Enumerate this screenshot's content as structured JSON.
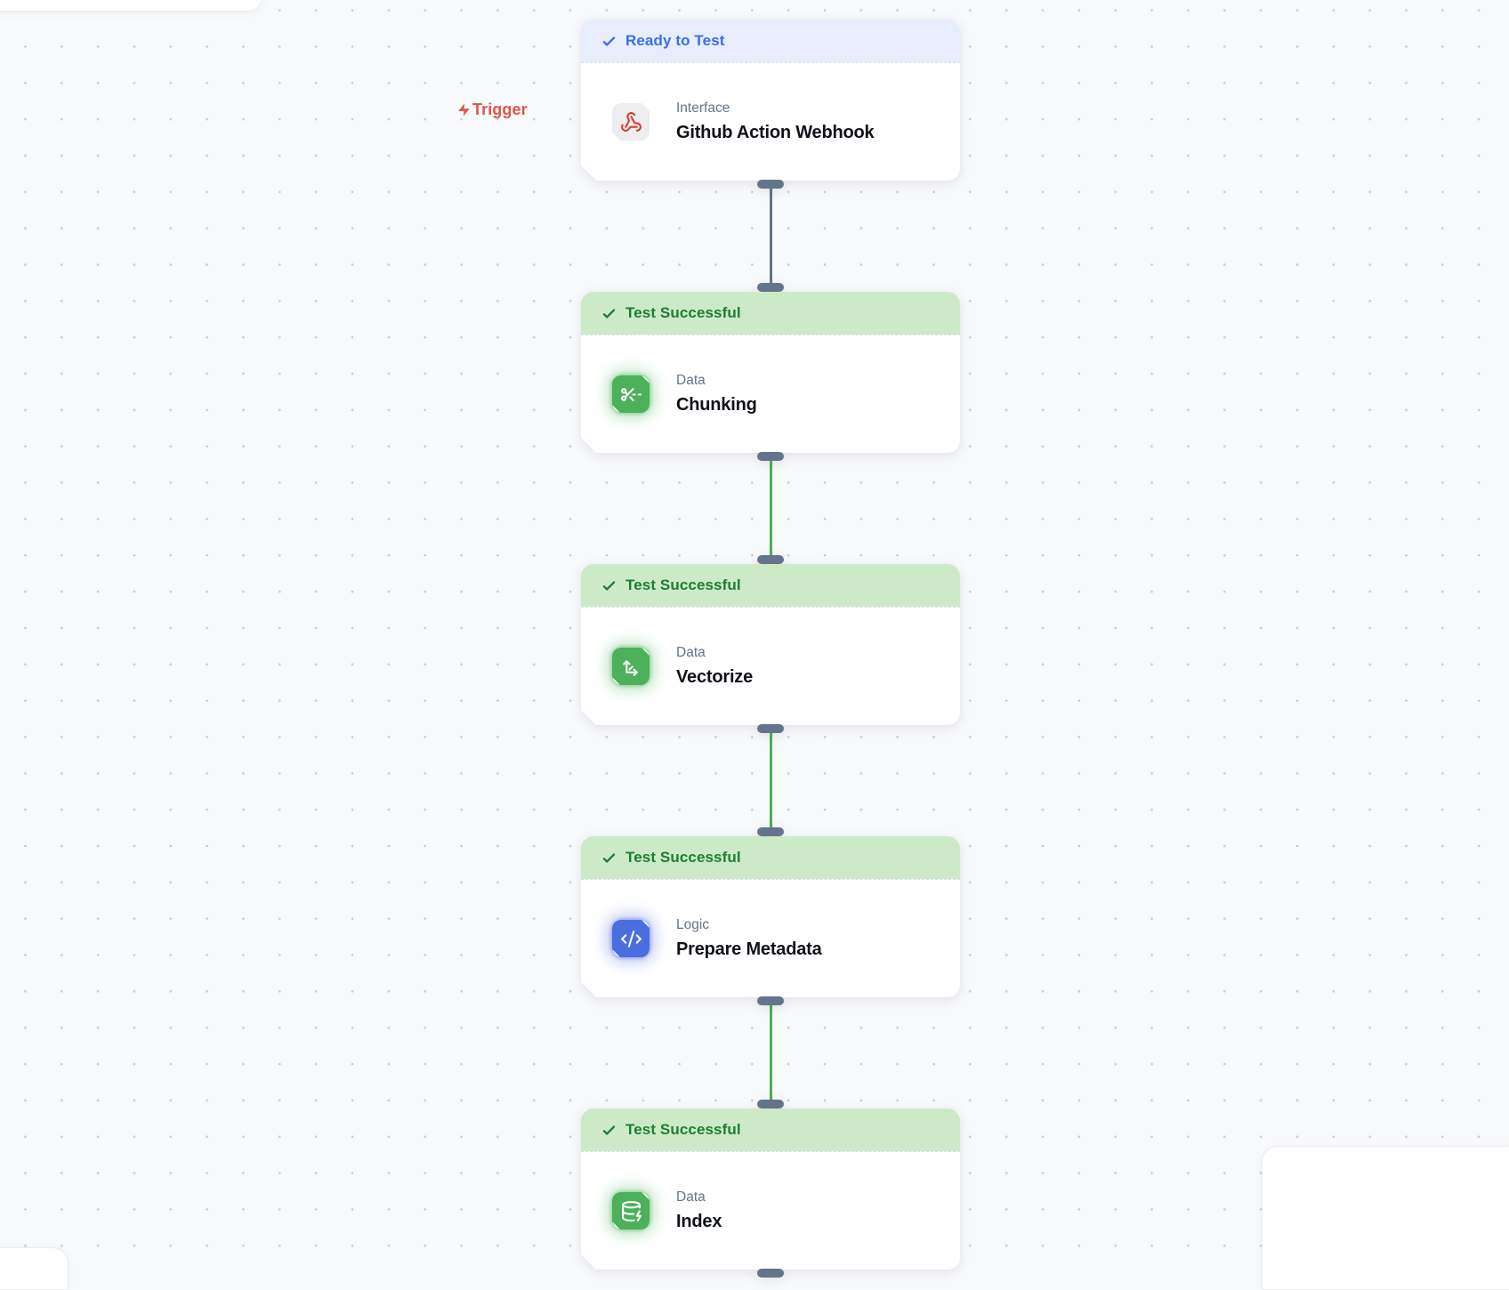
{
  "canvas": {
    "background": "#f8f9fb",
    "dot_color": "#c4c9d3"
  },
  "trigger": {
    "label": "Trigger",
    "icon": "zap-icon",
    "color": "#e0564a"
  },
  "statuses": {
    "ready": {
      "label": "Ready to Test",
      "text_color": "#3b6fe0",
      "bg_color": "#e7edfb"
    },
    "success": {
      "label": "Test Successful",
      "text_color": "#1e7d33",
      "bg_color": "#cdeac8"
    }
  },
  "nodes": [
    {
      "status": "ready",
      "category": "Interface",
      "title": "Github Action Webhook",
      "icon": "webhook-icon",
      "icon_bg": "#ededf0",
      "icon_color": "#d63c2a",
      "glow": ""
    },
    {
      "status": "success",
      "category": "Data",
      "title": "Chunking",
      "icon": "scissors-icon",
      "icon_bg": "#4db05a",
      "icon_color": "#ffffff",
      "glow": "green"
    },
    {
      "status": "success",
      "category": "Data",
      "title": "Vectorize",
      "icon": "axes-arrows-icon",
      "icon_bg": "#4db05a",
      "icon_color": "#ffffff",
      "glow": "green"
    },
    {
      "status": "success",
      "category": "Logic",
      "title": "Prepare Metadata",
      "icon": "code-icon",
      "icon_bg": "#4a6ee0",
      "icon_color": "#ffffff",
      "glow": "blue"
    },
    {
      "status": "success",
      "category": "Data",
      "title": "Index",
      "icon": "database-zap-icon",
      "icon_bg": "#4db05a",
      "icon_color": "#ffffff",
      "glow": "green"
    }
  ],
  "connections": [
    {
      "from": "Github Action Webhook",
      "to": "Chunking",
      "color": "#64748b"
    },
    {
      "from": "Chunking",
      "to": "Vectorize",
      "color": "#4caf50"
    },
    {
      "from": "Vectorize",
      "to": "Prepare Metadata",
      "color": "#4caf50"
    },
    {
      "from": "Prepare Metadata",
      "to": "Index",
      "color": "#4caf50"
    }
  ],
  "handle_color": "#64748b"
}
